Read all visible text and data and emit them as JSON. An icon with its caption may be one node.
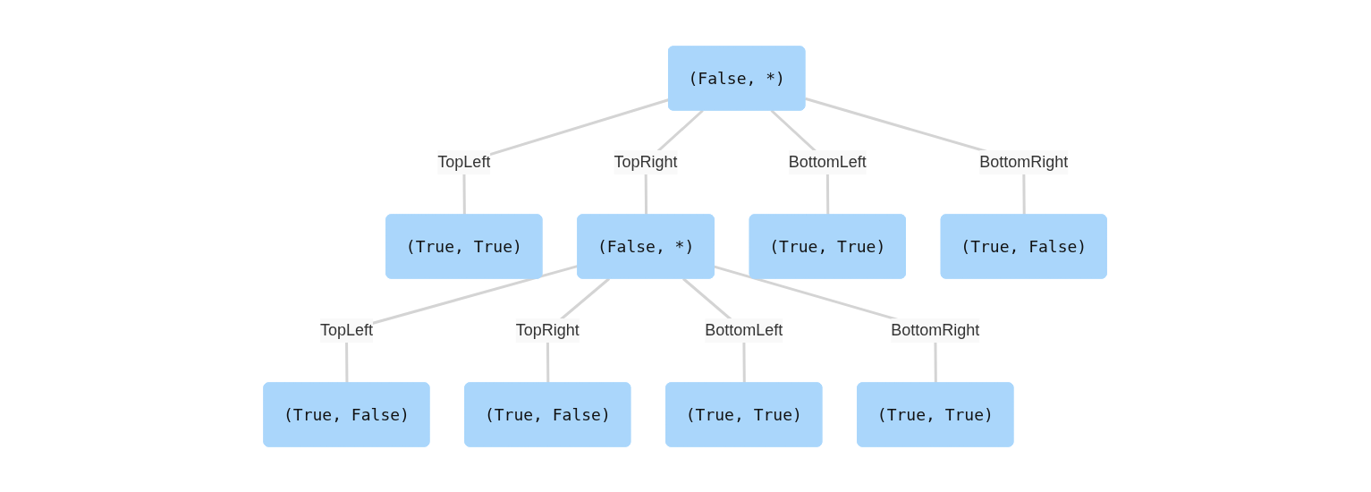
{
  "diagram": {
    "nodes": [
      {
        "text": [
          "(False, *)"
        ]
      },
      {
        "text": [
          "(True, True)"
        ]
      },
      {
        "text": [
          "(False, *)"
        ]
      },
      {
        "text": [
          "(True, True)"
        ]
      },
      {
        "text": [
          "(True, False)"
        ]
      },
      {
        "text": [
          "(True, False)"
        ]
      },
      {
        "text": [
          "(True, False)"
        ]
      },
      {
        "text": [
          "(True, True)"
        ]
      },
      {
        "text": [
          "(True, True)"
        ]
      }
    ],
    "edges": [
      {
        "from": 0,
        "to": 1,
        "arrow": "none",
        "label": "TopLeft"
      },
      {
        "from": 0,
        "to": 2,
        "arrow": "none",
        "label": "TopRight"
      },
      {
        "from": 0,
        "to": 3,
        "arrow": "none",
        "label": "BottomLeft"
      },
      {
        "from": 0,
        "to": 4,
        "arrow": "none",
        "label": "BottomRight"
      },
      {
        "from": 2,
        "to": 5,
        "arrow": "none",
        "label": "TopLeft"
      },
      {
        "from": 2,
        "to": 6,
        "arrow": "none",
        "label": "TopRight"
      },
      {
        "from": 2,
        "to": 7,
        "arrow": "none",
        "label": "BottomLeft"
      },
      {
        "from": 2,
        "to": 8,
        "arrow": "none",
        "label": "BottomRight"
      }
    ]
  }
}
